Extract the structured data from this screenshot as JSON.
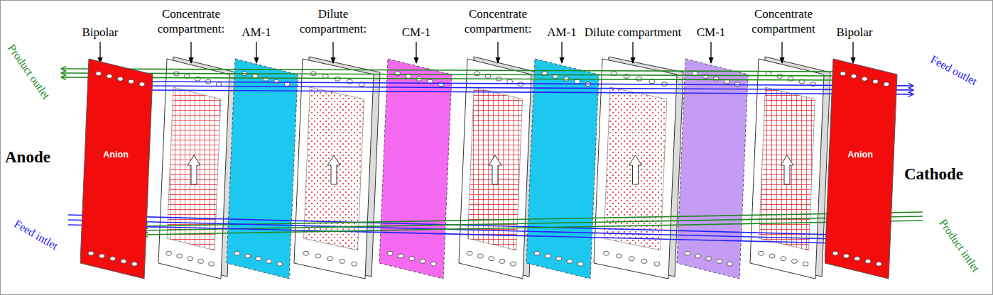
{
  "diagram": {
    "nodes": [
      {
        "text": [
          "Anion"
        ]
      },
      {
        "text": [
          "Anion"
        ]
      }
    ],
    "labels": [
      "Bipolar",
      "Concentrate compartment:",
      "AM-1",
      "Dilute compartment:",
      "CM-1",
      "Concentrate compartment:",
      "AM-1",
      "Dilute compartment",
      "CM-1",
      "Concentrate compartment",
      "Bipolar",
      "Anode",
      "Cathode",
      "Product outlet",
      "Feed intlet",
      "Feed outlet",
      "Product intlet"
    ]
  }
}
